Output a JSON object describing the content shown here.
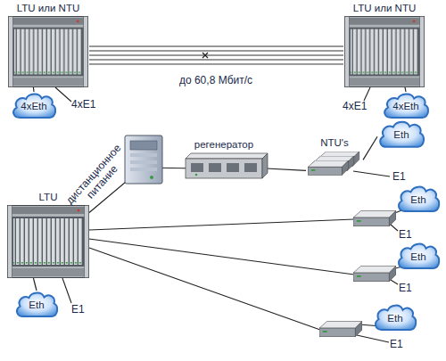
{
  "diagram": {
    "nodes": [
      {
        "text": [
          "LTU или NTU"
        ]
      },
      {
        "text": [
          "LTU или NTU"
        ]
      },
      {
        "text": [
          "4xEth"
        ]
      },
      {
        "text": [
          "4xEth"
        ]
      },
      {
        "text": [
          "Eth"
        ]
      },
      {
        "text": [
          "регенератор"
        ]
      },
      {
        "text": [
          "NTU's"
        ]
      },
      {
        "text": [
          "LTU"
        ]
      },
      {
        "text": [
          "Eth"
        ]
      },
      {
        "text": [
          "Eth"
        ]
      },
      {
        "text": [
          "Eth"
        ]
      },
      {
        "text": [
          "Eth"
        ]
      }
    ],
    "edges": [
      {
        "from": 0,
        "to": 1,
        "arrow": "none"
      },
      {
        "from": 0,
        "to": 1,
        "arrow": "none"
      },
      {
        "from": 0,
        "to": 1,
        "arrow": "none"
      },
      {
        "from": 0,
        "to": 1,
        "arrow": "none"
      },
      {
        "from": 0,
        "to": 1,
        "label": "до 60,8 Мбит/с",
        "arrow": "none"
      },
      {
        "from": 0,
        "to": 2,
        "arrow": "none"
      },
      {
        "from": 1,
        "to": 3,
        "arrow": "none"
      },
      {
        "from": 7,
        "to": 5,
        "label": "дистанционное питание",
        "arrow": "none"
      },
      {
        "from": 5,
        "to": 6,
        "arrow": "none"
      },
      {
        "from": 6,
        "to": 4,
        "arrow": "none"
      },
      {
        "from": 7,
        "to": 10,
        "arrow": "none"
      }
    ],
    "labels": [
      "4xE1",
      "4xE1",
      "E1",
      "E1",
      "E1",
      "E1",
      "E1"
    ]
  }
}
